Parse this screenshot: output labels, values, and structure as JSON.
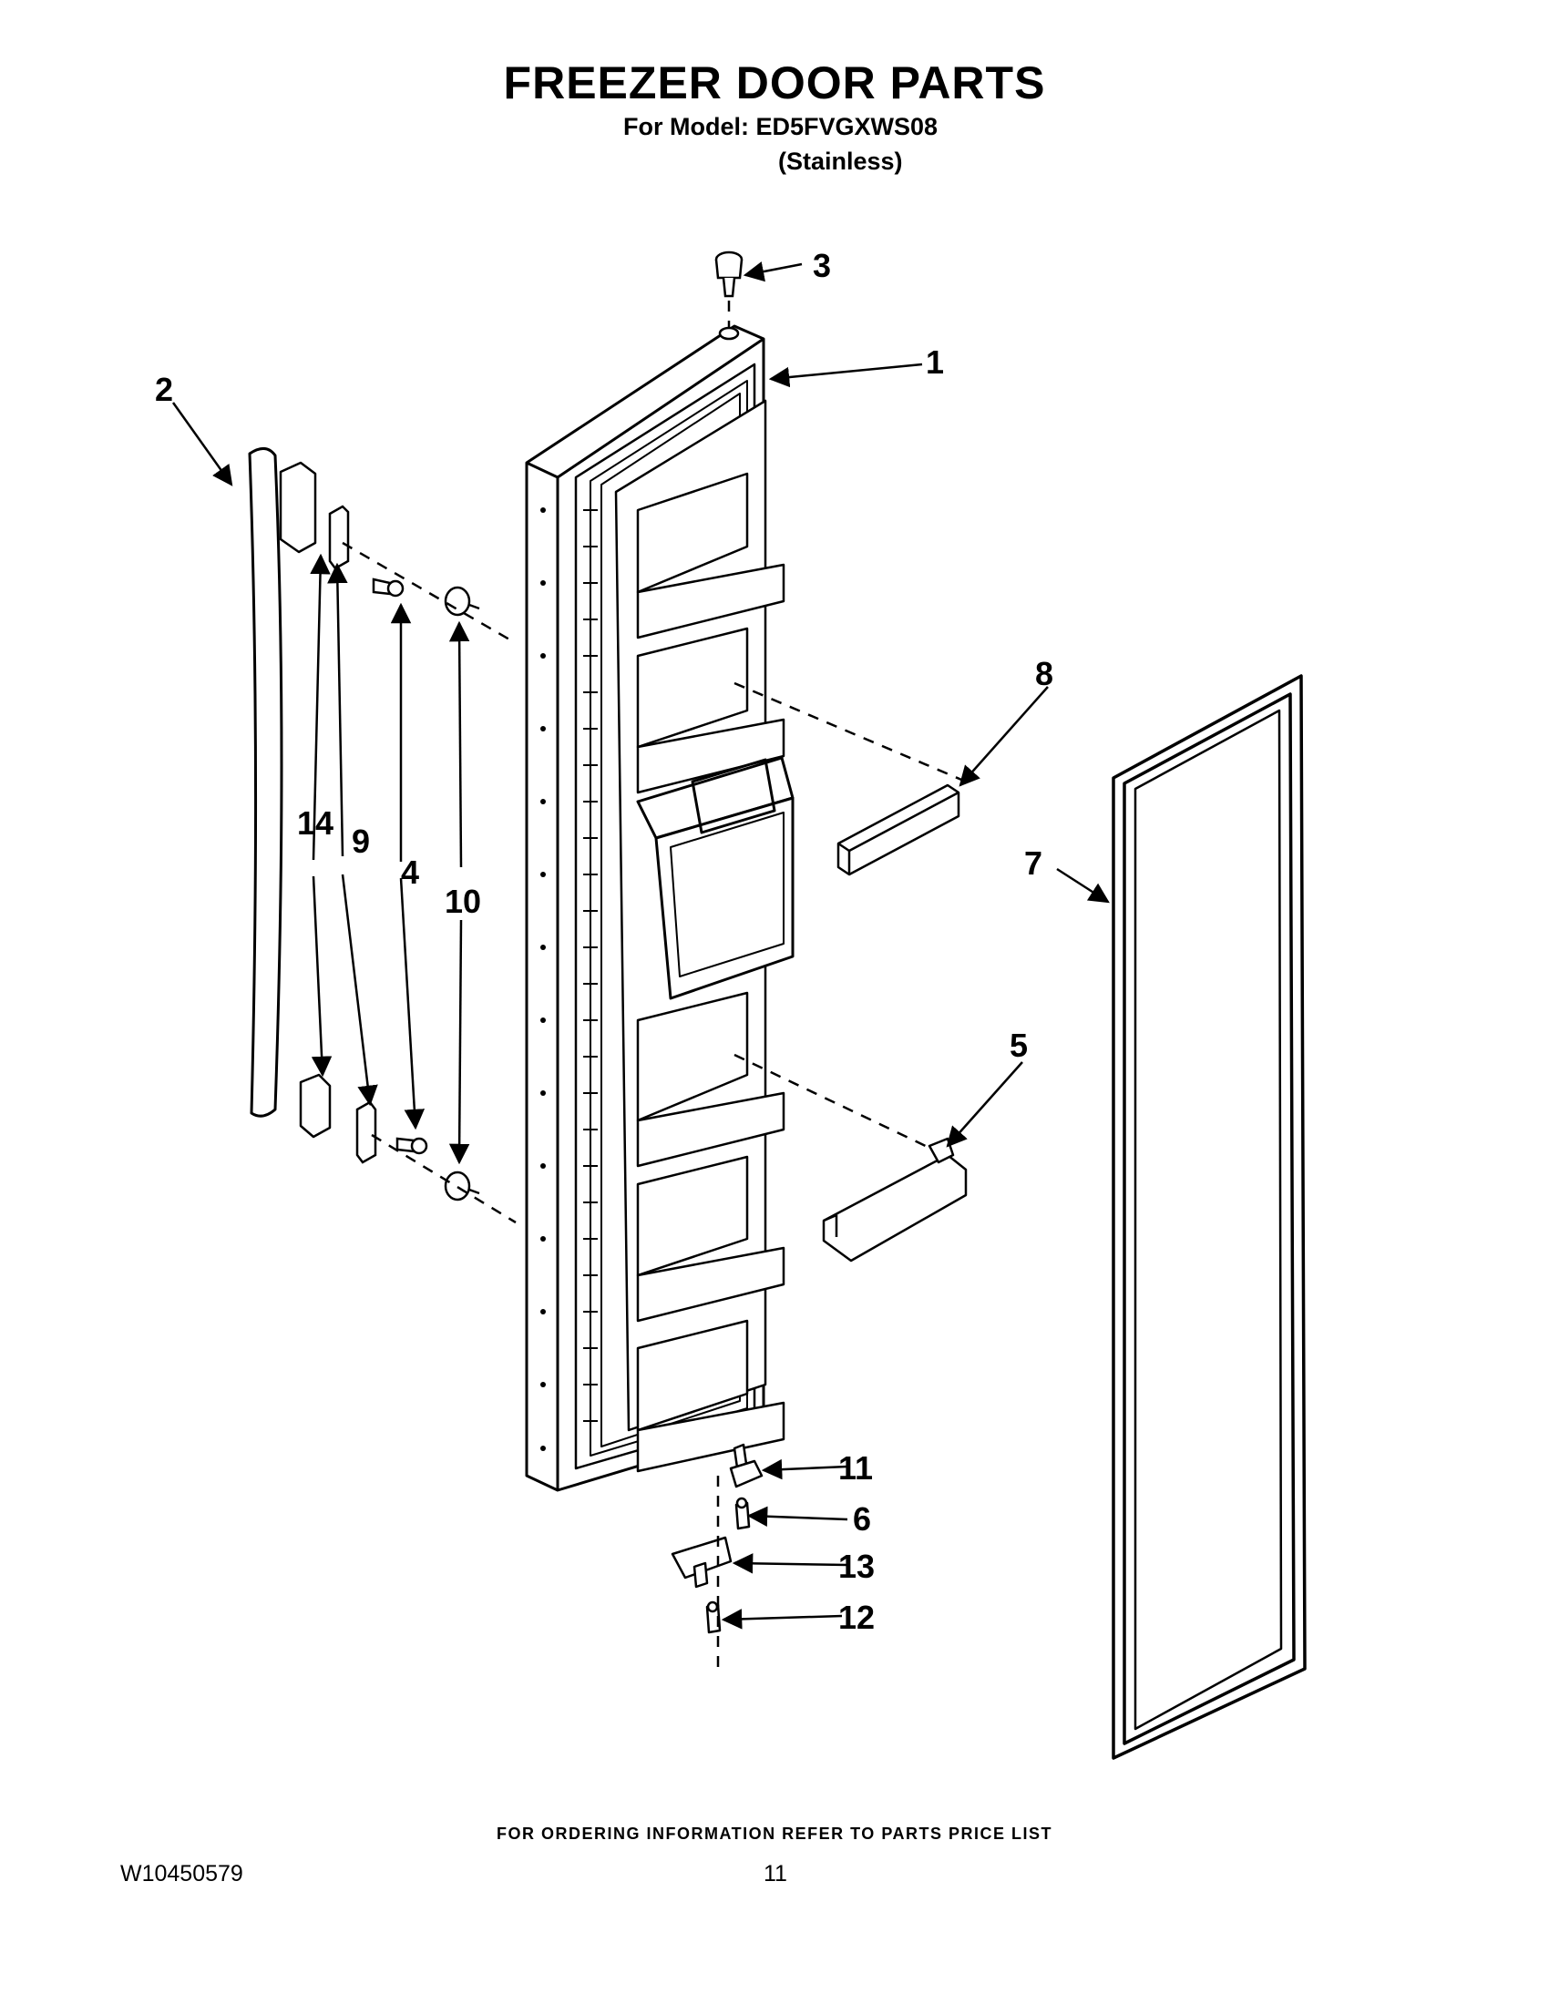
{
  "header": {
    "title": "FREEZER DOOR PARTS",
    "model_line": "For Model: ED5FVGXWS08",
    "finish_line": "(Stainless)"
  },
  "callouts": {
    "c1": "1",
    "c2": "2",
    "c3": "3",
    "c4": "4",
    "c5": "5",
    "c6": "6",
    "c7": "7",
    "c8": "8",
    "c9": "9",
    "c10": "10",
    "c11": "11",
    "c12": "12",
    "c13": "13",
    "c14": "14"
  },
  "footer": {
    "ordering_note": "FOR ORDERING INFORMATION REFER TO PARTS PRICE LIST",
    "document_number": "W10450579",
    "page_number": "11"
  }
}
